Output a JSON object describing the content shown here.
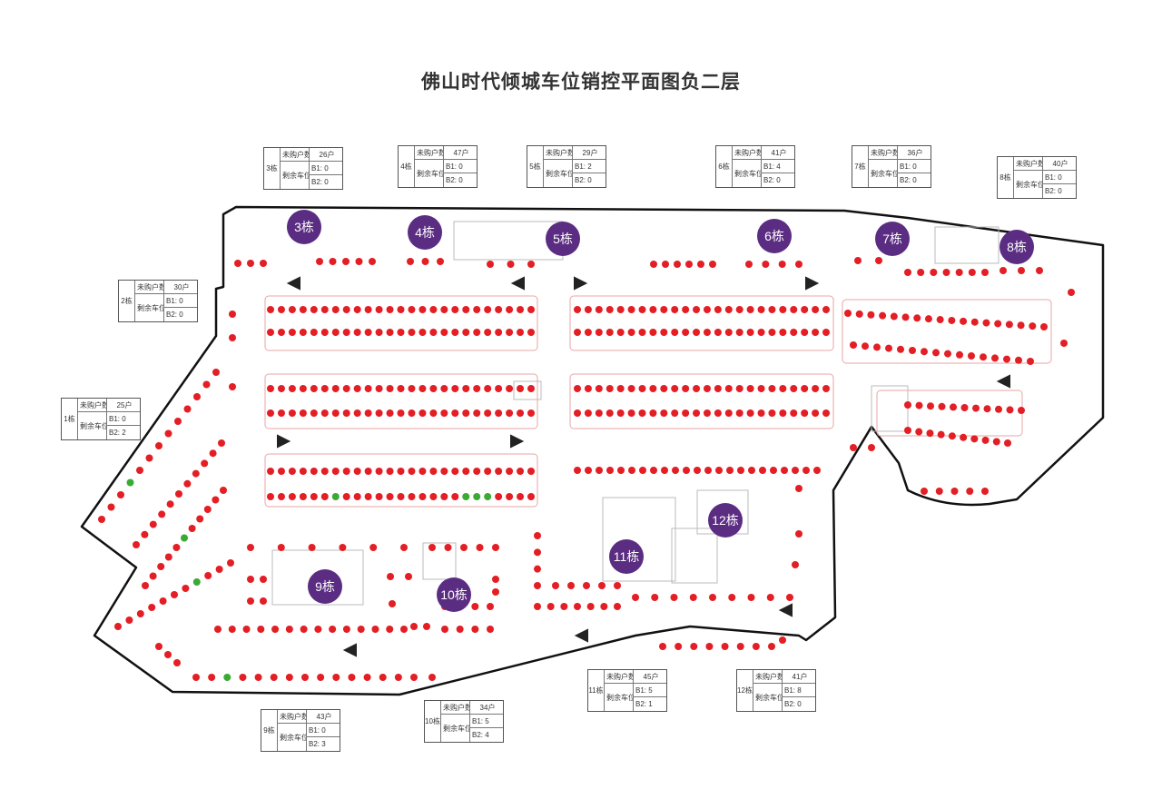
{
  "title": "佛山时代倾城车位销控平面图负二层",
  "colors": {
    "sold_spot": "#e31e24",
    "available_spot": "#3aaa35",
    "building_marker": "#5b2d82",
    "wall": "#111111",
    "row_outline": "#e8a6a6"
  },
  "labels": {
    "unsold_households": "未购户数",
    "remaining_spots": "剩余车位"
  },
  "buildings": [
    {
      "id": "b3",
      "name": "3栋"
    },
    {
      "id": "b4",
      "name": "4栋"
    },
    {
      "id": "b5",
      "name": "5栋"
    },
    {
      "id": "b6",
      "name": "6栋"
    },
    {
      "id": "b7",
      "name": "7栋"
    },
    {
      "id": "b8",
      "name": "8栋"
    },
    {
      "id": "b9",
      "name": "9栋"
    },
    {
      "id": "b10",
      "name": "10栋"
    },
    {
      "id": "b11",
      "name": "11栋"
    },
    {
      "id": "b12",
      "name": "12栋"
    }
  ],
  "info_boxes": [
    {
      "building": "3栋",
      "households": "26户",
      "b1": "B1: 0",
      "b2": "B2: 0"
    },
    {
      "building": "4栋",
      "households": "47户",
      "b1": "B1: 0",
      "b2": "B2: 0"
    },
    {
      "building": "5栋",
      "households": "29户",
      "b1": "B1: 2",
      "b2": "B2: 0"
    },
    {
      "building": "6栋",
      "households": "41户",
      "b1": "B1: 4",
      "b2": "B2: 0"
    },
    {
      "building": "7栋",
      "households": "36户",
      "b1": "B1: 0",
      "b2": "B2: 0"
    },
    {
      "building": "8栋",
      "households": "40户",
      "b1": "B1: 0",
      "b2": "B2: 0"
    },
    {
      "building": "2栋",
      "households": "30户",
      "b1": "B1: 0",
      "b2": "B2: 0"
    },
    {
      "building": "1栋",
      "households": "25户",
      "b1": "B1: 0",
      "b2": "B2: 2"
    },
    {
      "building": "11栋",
      "households": "45户",
      "b1": "B1: 5",
      "b2": "B2: 1"
    },
    {
      "building": "12栋",
      "households": "41户",
      "b1": "B1: 8",
      "b2": "B2: 0"
    },
    {
      "building": "9栋",
      "households": "43户",
      "b1": "B1: 0",
      "b2": "B2: 3"
    },
    {
      "building": "10栋",
      "households": "34户",
      "b1": "B1: 5",
      "b2": "B2: 4"
    }
  ]
}
